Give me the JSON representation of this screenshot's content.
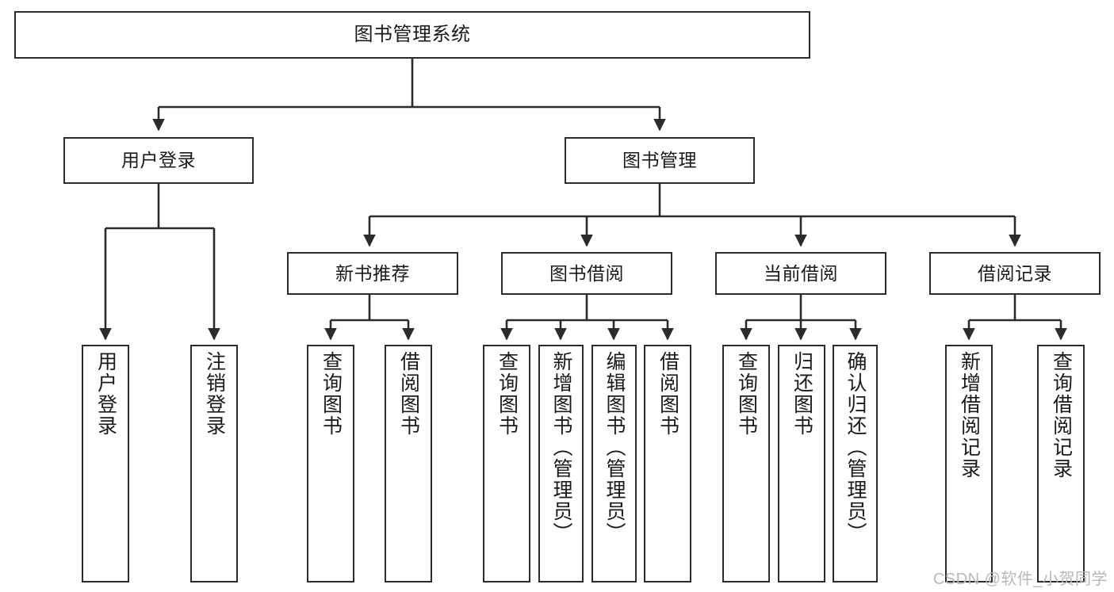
{
  "diagram": {
    "title": "图书管理系统",
    "type": "tree-hierarchy-diagram",
    "line_color": "#2b2b2b",
    "box_fill": "#ffffff",
    "text_color": "#1a1a1a",
    "root": {
      "label": "图书管理系统",
      "orientation": "horizontal"
    },
    "level2": [
      {
        "label": "用户登录",
        "orientation": "horizontal"
      },
      {
        "label": "图书管理",
        "orientation": "horizontal"
      }
    ],
    "level3": [
      {
        "label": "新书推荐",
        "orientation": "horizontal"
      },
      {
        "label": "图书借阅",
        "orientation": "horizontal"
      },
      {
        "label": "当前借阅",
        "orientation": "horizontal"
      },
      {
        "label": "借阅记录",
        "orientation": "horizontal"
      }
    ],
    "leaves": {
      "user_login": [
        {
          "label": "用户登录",
          "orientation": "vertical"
        },
        {
          "label": "注销登录",
          "orientation": "vertical"
        }
      ],
      "new_book_recommend": [
        {
          "label": "查询图书",
          "orientation": "vertical"
        },
        {
          "label": "借阅图书",
          "orientation": "vertical"
        }
      ],
      "book_borrow": [
        {
          "label": "查询图书",
          "orientation": "vertical"
        },
        {
          "label": "新增图书（管理员）",
          "orientation": "vertical"
        },
        {
          "label": "编辑图书（管理员）",
          "orientation": "vertical"
        },
        {
          "label": "借阅图书",
          "orientation": "vertical"
        }
      ],
      "current_borrow": [
        {
          "label": "查询图书",
          "orientation": "vertical"
        },
        {
          "label": "归还图书",
          "orientation": "vertical"
        },
        {
          "label": "确认归还（管理员）",
          "orientation": "vertical"
        }
      ],
      "borrow_record": [
        {
          "label": "新增借阅记录",
          "orientation": "vertical"
        },
        {
          "label": "查询借阅记录",
          "orientation": "vertical"
        }
      ]
    },
    "watermark": "CSDN @软件_小贺同学"
  }
}
